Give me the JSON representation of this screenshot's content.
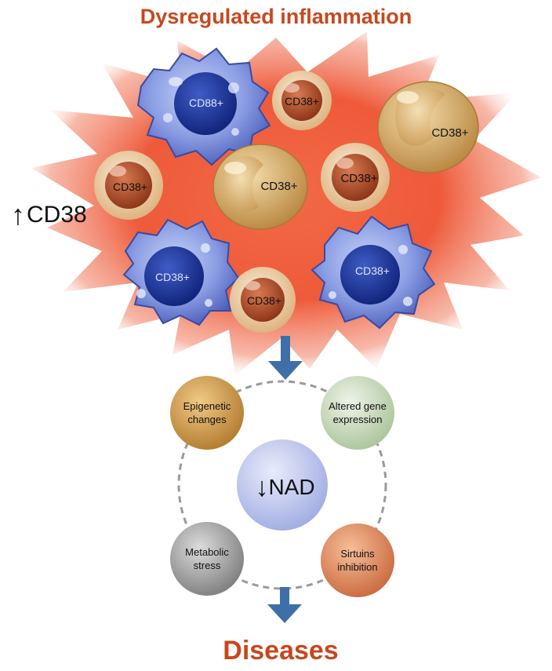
{
  "title": "Dysregulated inflammation",
  "increase_label": "CD38",
  "increase_arrow": "↑",
  "cells": [
    {
      "label": "CD88+",
      "kind": "macrophage"
    },
    {
      "label": "CD38+",
      "kind": "lymphocyte"
    },
    {
      "label": "CD38+",
      "kind": "neutrophil"
    },
    {
      "label": "CD38+",
      "kind": "lymphocyte"
    },
    {
      "label": "CD38+",
      "kind": "neutrophil"
    },
    {
      "label": "CD38+",
      "kind": "lymphocyte"
    },
    {
      "label": "CD38+",
      "kind": "macrophage"
    },
    {
      "label": "CD38+",
      "kind": "lymphocyte"
    },
    {
      "label": "CD38+",
      "kind": "macrophage"
    }
  ],
  "center": {
    "arrow": "↓",
    "label": "NAD"
  },
  "effects": [
    {
      "line1": "Epigenetic",
      "line2": "changes"
    },
    {
      "line1": "Altered gene",
      "line2": "expression"
    },
    {
      "line1": "Metabolic",
      "line2": "stress"
    },
    {
      "line1": "Sirtuins",
      "line2": "inhibition"
    }
  ],
  "outcome": "Diseases",
  "colors": {
    "title": "#c8471e",
    "burst": "#ee5a3a",
    "arrow": "#3f6fa8",
    "macrophage": "#6f86d8",
    "lymphocyte": "#e8c9a0",
    "neutrophil": "#d8b06a",
    "nad": "#b9c2ec",
    "epigenetic": "#cf9a4a",
    "altered": "#c7d8bd",
    "metabolic": "#9a9a9a",
    "sirtuins": "#e39066"
  }
}
